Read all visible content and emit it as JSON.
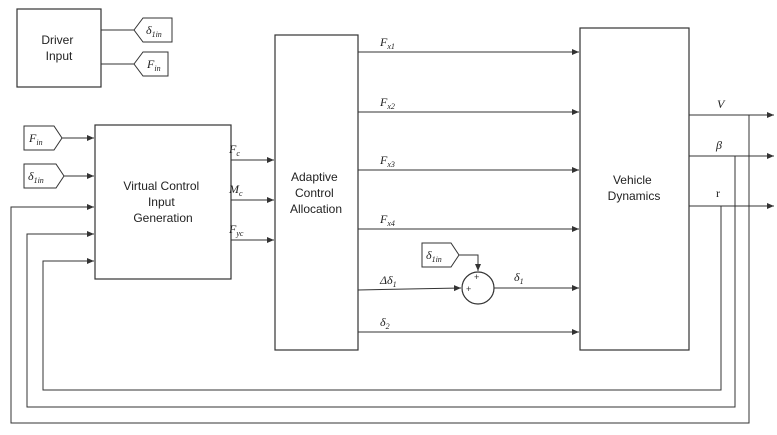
{
  "blocks": {
    "driver_input": [
      "Driver",
      "Input"
    ],
    "virtual_control": [
      "Virtual Control",
      "Input",
      "Generation"
    ],
    "adaptive_allocation": [
      "Adaptive",
      "Control",
      "Allocation"
    ],
    "vehicle_dynamics": [
      "Vehicle",
      "Dynamics"
    ]
  },
  "signals": {
    "delta1_in": {
      "base": "δ",
      "sub": "1in"
    },
    "f_in": {
      "base": "F",
      "sub": "in"
    },
    "f_c": {
      "base": "F",
      "sub": "c"
    },
    "m_c": {
      "base": "M",
      "sub": "c"
    },
    "f_yc": {
      "base": "F",
      "sub": "yc"
    },
    "f_x1": {
      "base": "F",
      "sub": "x1"
    },
    "f_x2": {
      "base": "F",
      "sub": "x2"
    },
    "f_x3": {
      "base": "F",
      "sub": "x3"
    },
    "f_x4": {
      "base": "F",
      "sub": "x4"
    },
    "delta_delta1": {
      "base": "Δδ",
      "sub": "1"
    },
    "delta1": {
      "base": "δ",
      "sub": "1"
    },
    "delta2": {
      "base": "δ",
      "sub": "2"
    },
    "v": {
      "base": "V",
      "sub": ""
    },
    "beta": {
      "base": "β",
      "sub": ""
    },
    "r": {
      "base": "r",
      "sub": ""
    }
  },
  "summing_junction": {
    "signs": [
      "+",
      "+"
    ]
  }
}
